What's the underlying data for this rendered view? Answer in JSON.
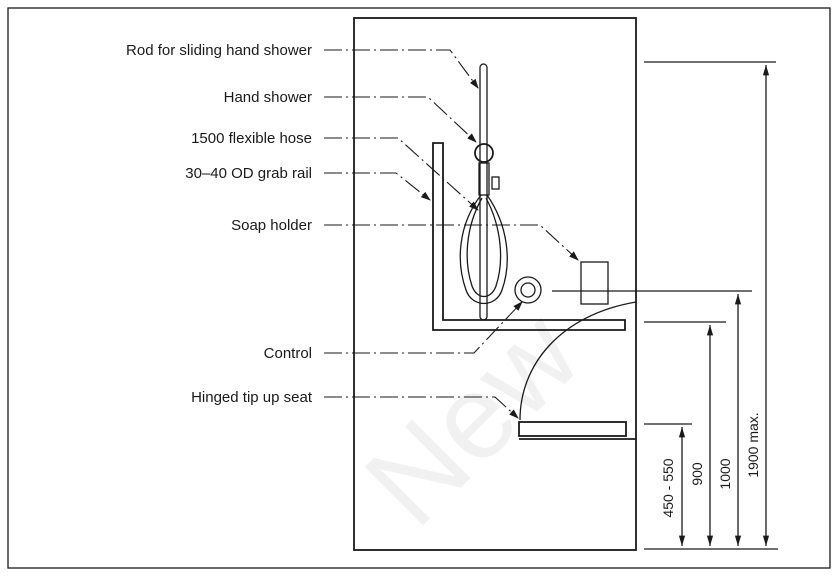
{
  "labels": {
    "rod": "Rod for sliding hand shower",
    "hand_shower": "Hand shower",
    "hose": "1500 flexible hose",
    "grab_rail": "30–40 OD grab rail",
    "soap_holder": "Soap holder",
    "control": "Control",
    "seat": "Hinged tip up seat"
  },
  "dimensions": {
    "seat_height": "450 - 550",
    "rail_height": "900",
    "control_height": "1000",
    "rod_top_height": "1900 max."
  },
  "watermark": "New"
}
